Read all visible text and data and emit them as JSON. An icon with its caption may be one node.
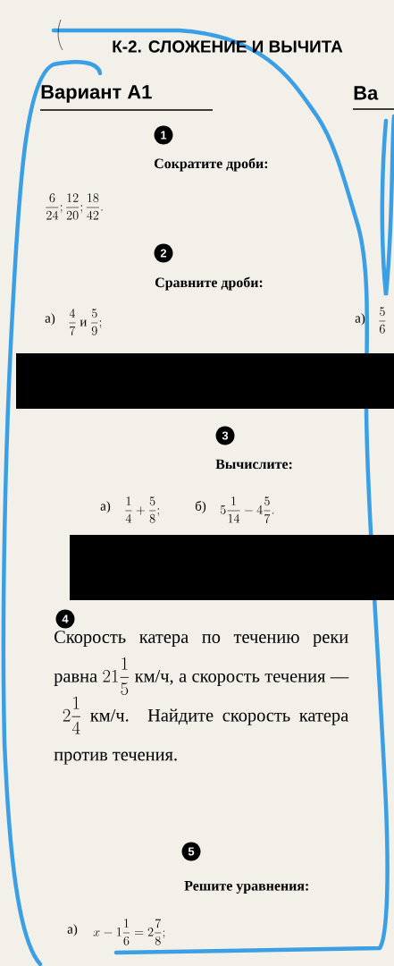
{
  "diagram": {
    "title": "К-2. СЛОЖЕНИЕ И ВЫЧИТА",
    "nodes": [
      {
        "text": [
          "1"
        ],
        "beside": [
          "Сократите дроби:"
        ]
      },
      {
        "text": [
          "2"
        ],
        "beside": [
          "Сравните дроби:"
        ]
      },
      {
        "text": [
          "3"
        ],
        "beside": [
          "Вычислите:"
        ]
      },
      {
        "text": [
          "4"
        ]
      },
      {
        "text": [
          "5"
        ],
        "beside": [
          "Решите уравнения:"
        ]
      }
    ],
    "labels": [
      "Вариант А1",
      "Ва",
      "\\frac{6}{24};\\frac{12}{20};\\frac{18}{42}.",
      "а)",
      "\\frac{4}{7}\\ \\text{и}\\ \\frac{5}{9};",
      "а)",
      "\\frac{5}{6}",
      "а)",
      "\\frac{1}{4}+\\frac{5}{8};",
      "б)",
      "5\\frac{1}{14}-4\\frac{5}{7}.",
      "Скорость катера по течению реки равна",
      "21\\frac{1}{5}",
      "км/ч, а скорость течения —",
      "2\\frac{1}{4}",
      "км/ч. Найдите скорость катера против течения.",
      "а)",
      "x-1\\frac{1}{6}=2\\frac{7}{8};"
    ]
  }
}
